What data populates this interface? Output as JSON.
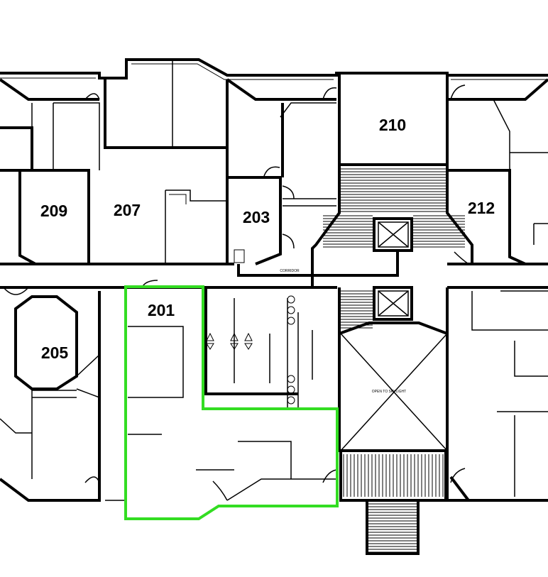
{
  "rooms": {
    "r201": "201",
    "r203": "203",
    "r205": "205",
    "r207": "207",
    "r209": "209",
    "r210": "210",
    "r212": "212"
  },
  "annotations": {
    "corridor": "CORRIDOR",
    "open_to_skylight": "OPEN TO SKYLIGHT"
  },
  "highlight": {
    "room": "201",
    "color": "#33dd22"
  }
}
